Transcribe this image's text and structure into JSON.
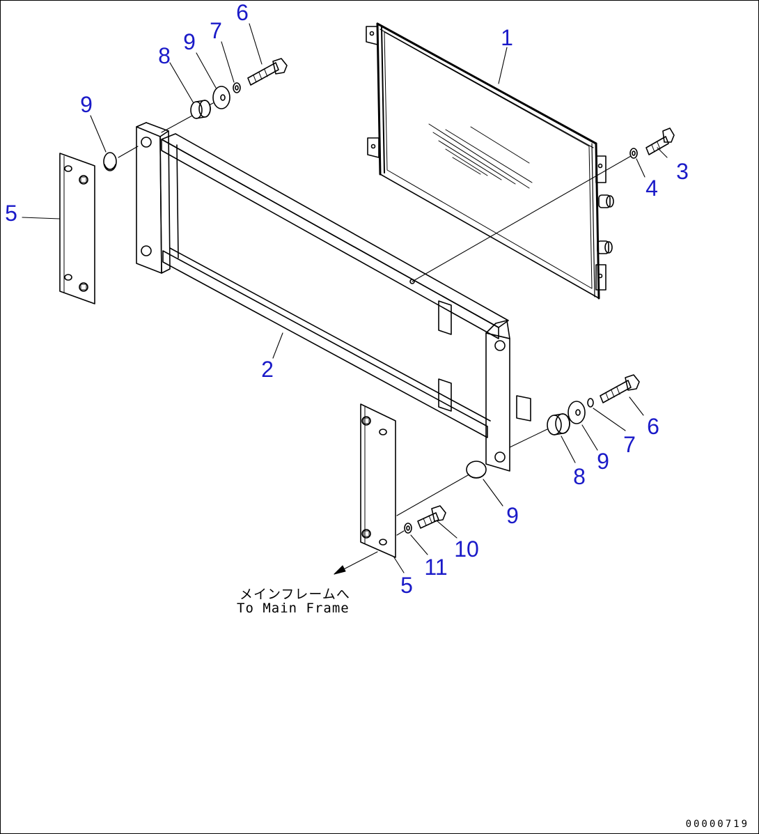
{
  "callouts": [
    {
      "id": "c1",
      "text": "1"
    },
    {
      "id": "c2",
      "text": "2"
    },
    {
      "id": "c3",
      "text": "3"
    },
    {
      "id": "c4",
      "text": "4"
    },
    {
      "id": "c5a",
      "text": "5"
    },
    {
      "id": "c5b",
      "text": "5"
    },
    {
      "id": "c6a",
      "text": "6"
    },
    {
      "id": "c6b",
      "text": "6"
    },
    {
      "id": "c7a",
      "text": "7"
    },
    {
      "id": "c7b",
      "text": "7"
    },
    {
      "id": "c8a",
      "text": "8"
    },
    {
      "id": "c8b",
      "text": "8"
    },
    {
      "id": "c9a",
      "text": "9"
    },
    {
      "id": "c9b",
      "text": "9"
    },
    {
      "id": "c9c",
      "text": "9"
    },
    {
      "id": "c9d",
      "text": "9"
    },
    {
      "id": "c10",
      "text": "10"
    },
    {
      "id": "c11",
      "text": "11"
    }
  ],
  "note": {
    "japanese": "メインフレームへ",
    "english": "To Main Frame"
  },
  "drawing_number": "00000719",
  "colors": {
    "callout": "#1a1ac8",
    "line": "#000000"
  }
}
